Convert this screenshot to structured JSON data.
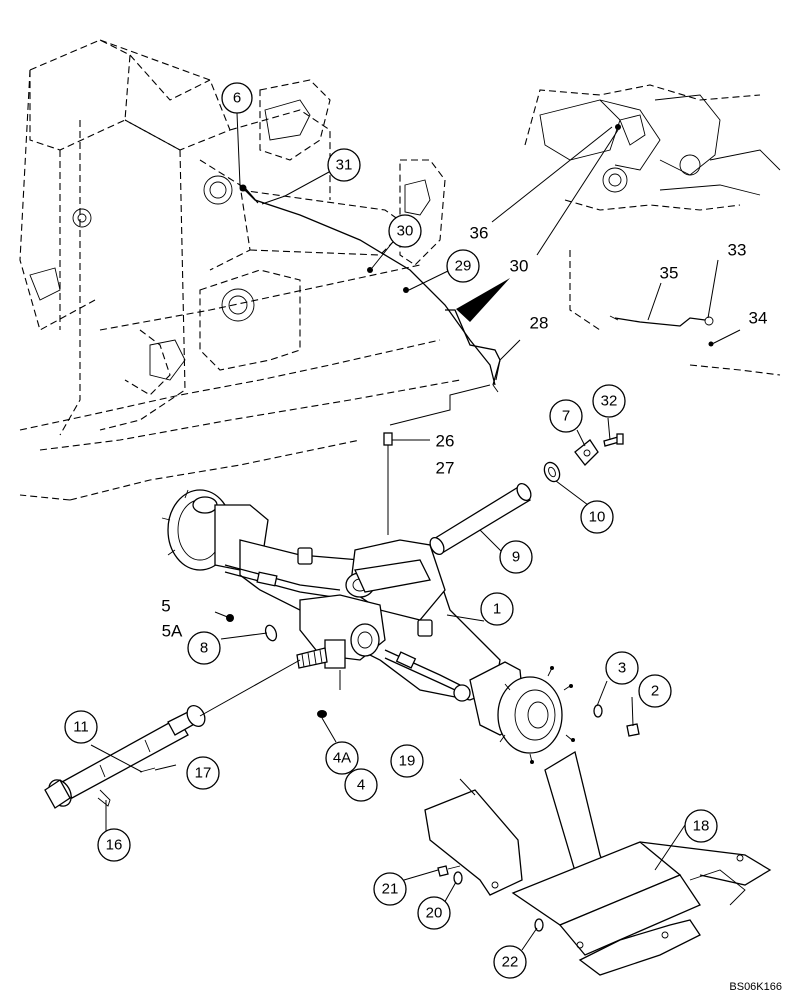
{
  "figure_id": "BS06K166",
  "callouts": {
    "c1": "1",
    "c2": "2",
    "c3": "3",
    "c4": "4",
    "c4a": "4A",
    "c5": "5",
    "c5a": "5A",
    "c6": "6",
    "c7": "7",
    "c8": "8",
    "c9": "9",
    "c10": "10",
    "c11": "11",
    "c16": "16",
    "c17": "17",
    "c18": "18",
    "c19": "19",
    "c20": "20",
    "c21": "21",
    "c22": "22",
    "c26": "26",
    "c27": "27",
    "c28": "28",
    "c29": "29",
    "c30a": "30",
    "c30b": "30",
    "c31": "31",
    "c32": "32",
    "c33": "33",
    "c34": "34",
    "c35": "35",
    "c36": "36"
  }
}
